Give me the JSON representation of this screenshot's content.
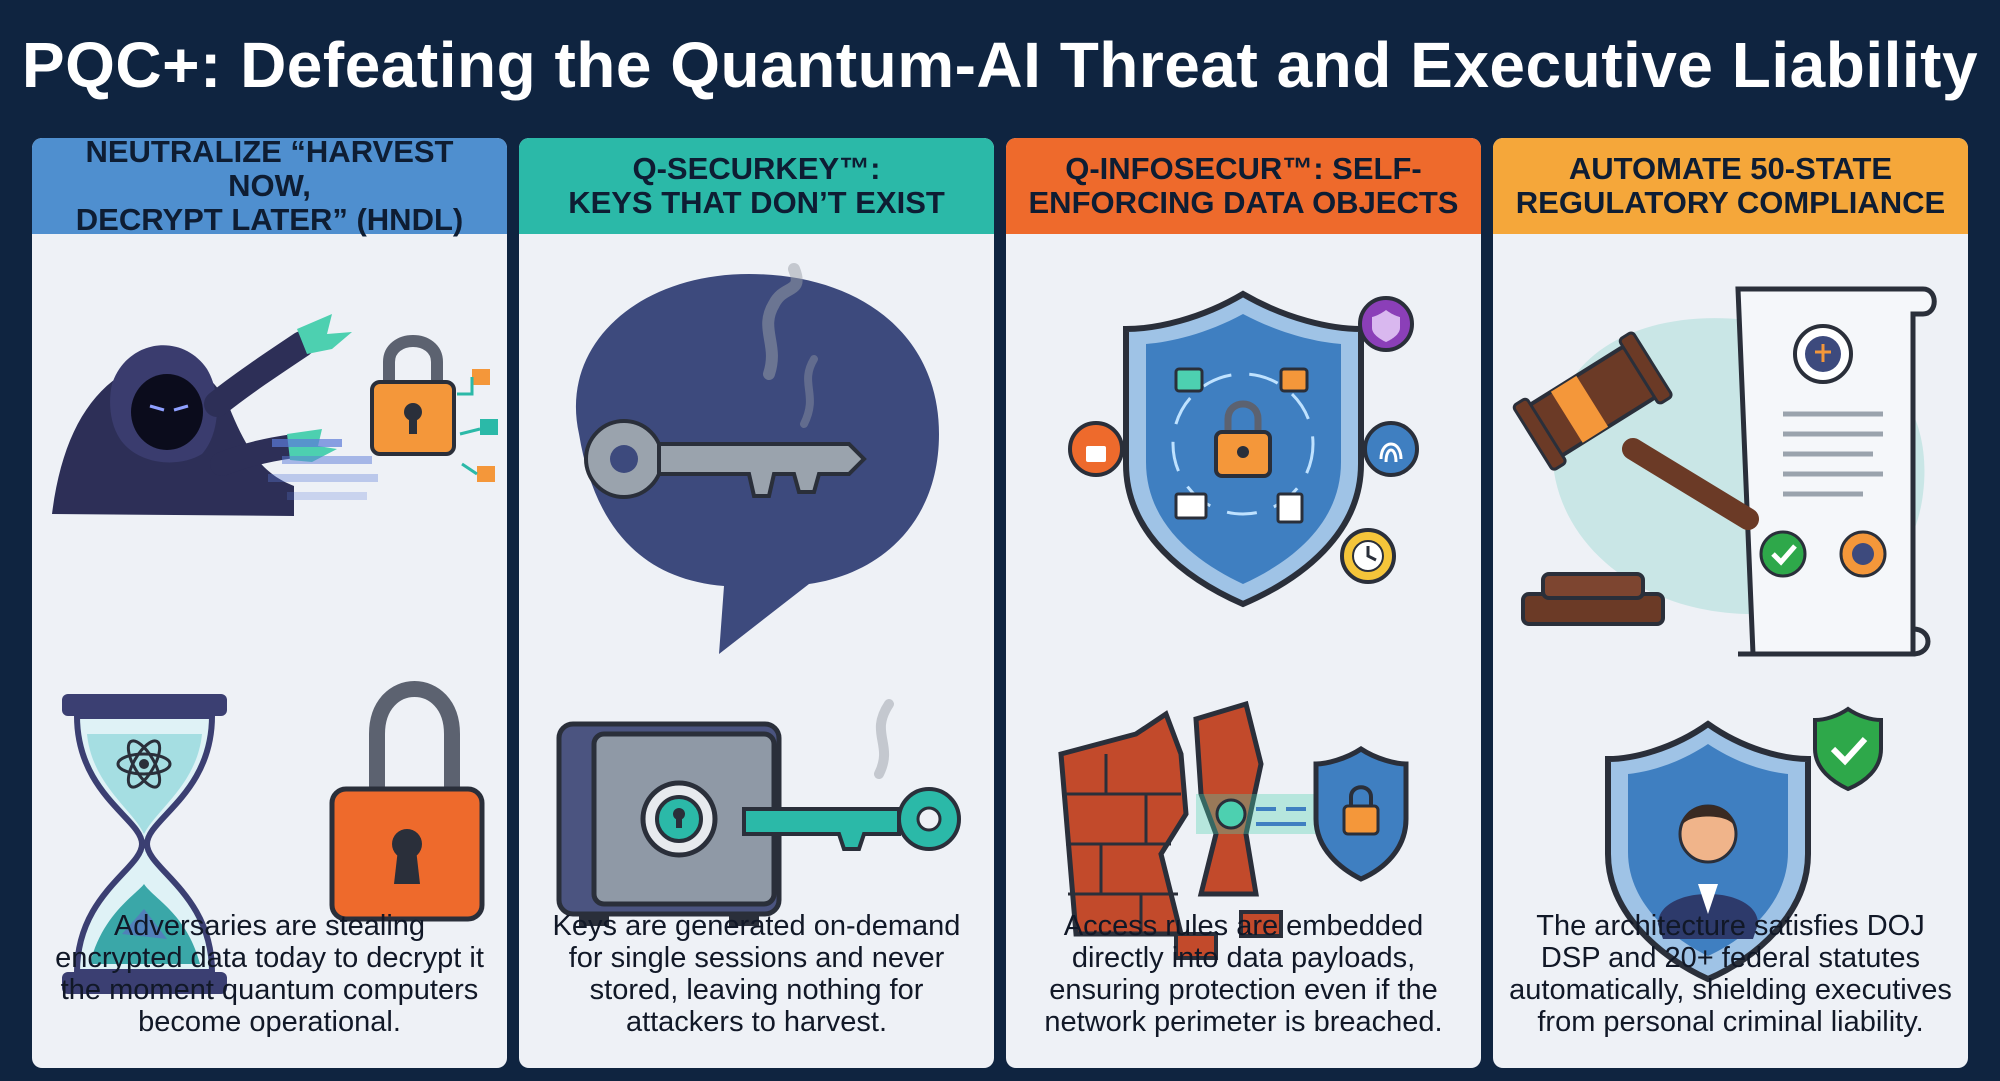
{
  "title": "PQC+: Defeating the Quantum-AI Threat and Executive Liability",
  "colors": {
    "background": "#0f2440",
    "panel": "#eef1f6",
    "panel1_header": "#4f8fcf",
    "panel2_header": "#2bb9a8",
    "panel3_header": "#ee6a2c",
    "panel4_header": "#f5a73a"
  },
  "panels": [
    {
      "header": [
        "NEUTRALIZE “HARVEST NOW,",
        "DECRYPT LATER” (HNDL)"
      ],
      "icons": [
        "hooded-hacker-icon",
        "padlock-icon",
        "hourglass-atom-icon",
        "padlock-icon"
      ],
      "description": [
        "Adversaries are stealing",
        "encrypted data today to decrypt it",
        "the moment quantum computers",
        "become operational."
      ]
    },
    {
      "header": [
        "Q-SECURKEY™:",
        "KEYS THAT DON’T EXIST"
      ],
      "icons": [
        "vanishing-key-icon",
        "safe-icon",
        "key-icon"
      ],
      "description": [
        "Keys are generated on-demand",
        "for single sessions and never",
        "stored, leaving nothing for",
        "attackers to harvest."
      ]
    },
    {
      "header": [
        "Q-INFOSECUR™: SELF-",
        "ENFORCING DATA OBJECTS"
      ],
      "icons": [
        "shield-lock-icon",
        "fingerprint-icon",
        "clock-icon",
        "broken-wall-icon"
      ],
      "description": [
        "Access rules are embedded",
        "directly into data payloads,",
        "ensuring protection even if the",
        "network perimeter is breached."
      ]
    },
    {
      "header": [
        "AUTOMATE 50-STATE",
        "REGULATORY COMPLIANCE"
      ],
      "icons": [
        "gavel-icon",
        "document-seal-icon",
        "executive-shield-icon"
      ],
      "description": [
        "The architecture satisfies DOJ",
        "DSP and 20+ federal statutes",
        "automatically, shielding executives",
        "from personal criminal liability."
      ]
    }
  ]
}
